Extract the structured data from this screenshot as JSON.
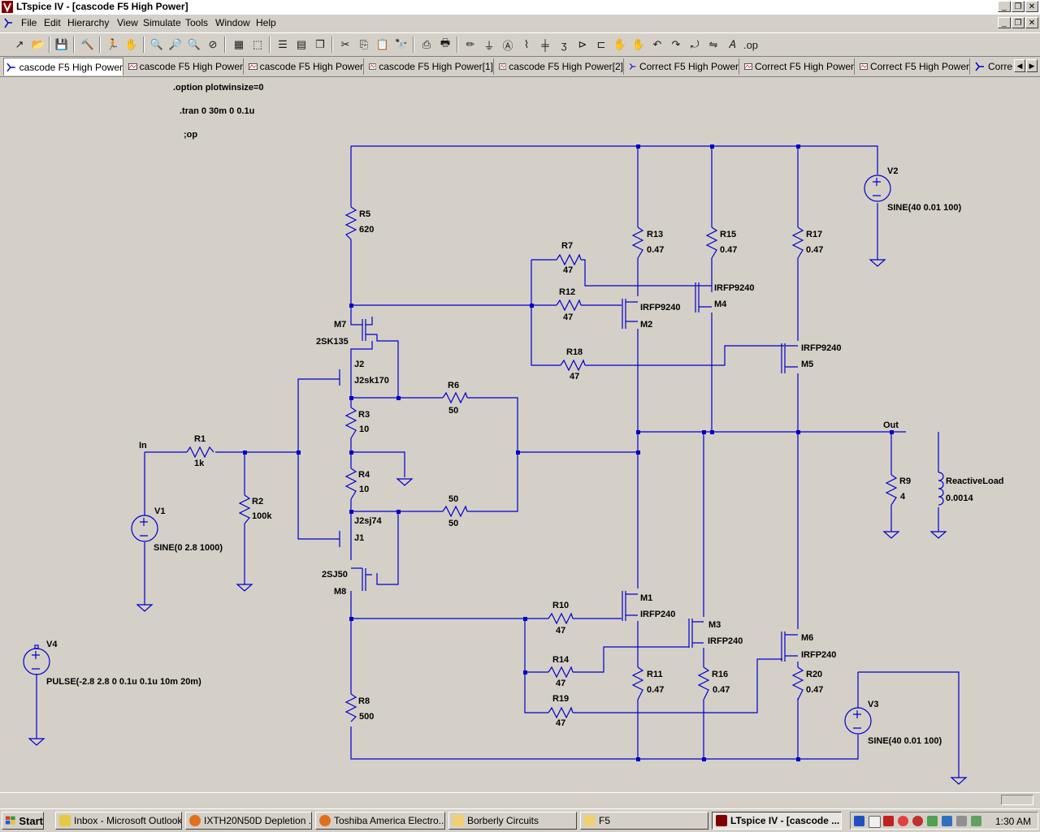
{
  "window": {
    "title": "LTspice IV - [cascode F5 High Power]"
  },
  "menu": [
    "File",
    "Edit",
    "Hierarchy",
    "View",
    "Simulate",
    "Tools",
    "Window",
    "Help"
  ],
  "tabs": [
    "cascode F5 High Power",
    "cascode F5 High Power",
    "cascode F5 High Power",
    "cascode F5 High Power[1]",
    "cascode F5 High Power[2]",
    "Correct F5 High Power",
    "Correct F5 High Power",
    "Correct F5 High Power",
    "Corre"
  ],
  "schematic": {
    "directives": [
      ".option plotwinsize=0",
      ".tran 0 30m 0 0.1u",
      ";op"
    ],
    "labels": [
      {
        "id": "R5",
        "name": "R5",
        "value": "620"
      },
      {
        "id": "R13",
        "name": "R13",
        "value": "0.47"
      },
      {
        "id": "R15",
        "name": "R15",
        "value": "0.47"
      },
      {
        "id": "R17",
        "name": "R17",
        "value": "0.47"
      },
      {
        "id": "V2",
        "name": "V2",
        "value": "SINE(40 0.01 100)"
      },
      {
        "id": "R7",
        "name": "R7",
        "value": "47"
      },
      {
        "id": "R12",
        "name": "R12",
        "value": "47"
      },
      {
        "id": "R18",
        "name": "R18",
        "value": "47"
      },
      {
        "id": "M4",
        "name": "M4",
        "value": "IRFP9240"
      },
      {
        "id": "M2",
        "name": "M2",
        "value": "IRFP9240"
      },
      {
        "id": "M5",
        "name": "M5",
        "value": "IRFP9240"
      },
      {
        "id": "M7",
        "name": "M7",
        "value": "2SK135"
      },
      {
        "id": "J2",
        "name": "J2",
        "value": "J2sk170"
      },
      {
        "id": "R6",
        "name": "R6",
        "value": "50"
      },
      {
        "id": "R3",
        "name": "R3",
        "value": "10"
      },
      {
        "id": "R4",
        "name": "R4",
        "value": "10"
      },
      {
        "id": "R1",
        "name": "R1",
        "value": "1k"
      },
      {
        "id": "R2",
        "name": "R2",
        "value": "100k"
      },
      {
        "id": "V1",
        "name": "V1",
        "value": "SINE(0 2.8 1000)"
      },
      {
        "id": "J1",
        "name": "J1",
        "value": "J2sj74"
      },
      {
        "id": "Rx",
        "name": "50",
        "value": "50"
      },
      {
        "id": "M8",
        "name": "M8",
        "value": "2SJ50"
      },
      {
        "id": "R9",
        "name": "R9",
        "value": "4"
      },
      {
        "id": "L",
        "name": "ReactiveLoad",
        "value": "0.0014"
      },
      {
        "id": "M1",
        "name": "M1",
        "value": "IRFP240"
      },
      {
        "id": "M3",
        "name": "M3",
        "value": "IRFP240"
      },
      {
        "id": "M6",
        "name": "M6",
        "value": "IRFP240"
      },
      {
        "id": "R10",
        "name": "R10",
        "value": "47"
      },
      {
        "id": "R14",
        "name": "R14",
        "value": "47"
      },
      {
        "id": "R19",
        "name": "R19",
        "value": "47"
      },
      {
        "id": "R11",
        "name": "R11",
        "value": "0.47"
      },
      {
        "id": "R16",
        "name": "R16",
        "value": "0.47"
      },
      {
        "id": "R20",
        "name": "R20",
        "value": "0.47"
      },
      {
        "id": "V4",
        "name": "V4",
        "value": "PULSE(-2.8 2.8 0 0.1u 0.1u 10m 20m)"
      },
      {
        "id": "R8",
        "name": "R8",
        "value": "500"
      },
      {
        "id": "V3",
        "name": "V3",
        "value": "SINE(40 0.01 100)"
      }
    ],
    "net_labels": {
      "in": "In",
      "out": "Out"
    }
  },
  "taskbar": {
    "start": "Start",
    "items": [
      "Inbox - Microsoft Outlook",
      "IXTH20N50D Depletion ...",
      "Toshiba America Electro...",
      "Borberly Circuits",
      "F5",
      "LTspice IV - [cascode ..."
    ],
    "clock": "1:30 AM"
  },
  "colors": {
    "wire": "#0000cc",
    "text": "#000000",
    "canvas": "#d4d0c8"
  }
}
